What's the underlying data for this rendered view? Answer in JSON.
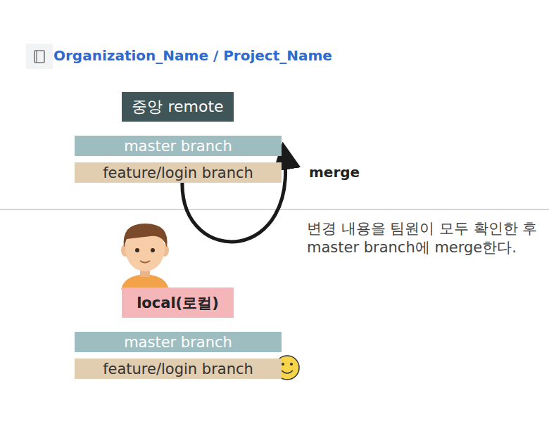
{
  "diagram": {
    "title": "Organization_Name / Project_Name",
    "nodes": [
      {
        "text": [
          "중앙 remote"
        ]
      },
      {
        "text": [
          "master branch"
        ]
      },
      {
        "text": [
          "feature/login branch"
        ]
      },
      {
        "text": [
          "local(로컬)"
        ]
      },
      {
        "text": [
          "master branch"
        ]
      },
      {
        "text": [
          "feature/login branch"
        ]
      }
    ],
    "edges": [
      {
        "from": 2,
        "to": 1,
        "label": "merge",
        "arrow": "to"
      }
    ],
    "labels": [
      "변경 내용을 팀원이 모두 확인한 후 master branch에 merge한다."
    ]
  }
}
